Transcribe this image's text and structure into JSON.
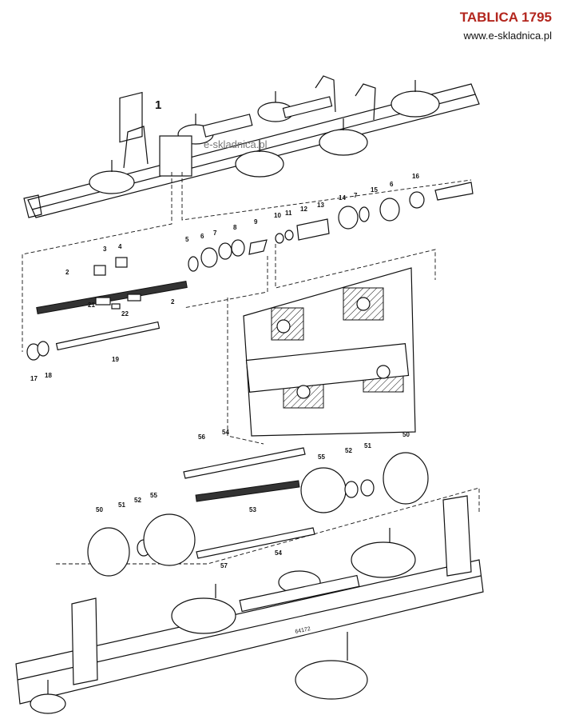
{
  "header": {
    "title": "TABLICA 1795",
    "url": "www.e-skladnica.pl"
  },
  "watermark": "e-skladnica.pl",
  "drawing_code": "64172",
  "part_labels": {
    "p1": "1",
    "p2a": "2",
    "p2b": "2",
    "p3": "3",
    "p4": "4",
    "p5": "5",
    "p6a": "6",
    "p6b": "6",
    "p7a": "7",
    "p7b": "7",
    "p8": "8",
    "p9": "9",
    "p10": "10",
    "p11": "11",
    "p12": "12",
    "p13": "13",
    "p14": "14",
    "p15": "15",
    "p16": "16",
    "p17": "17",
    "p18": "18",
    "p19": "19",
    "p21": "21",
    "p22": "22",
    "p50a": "50",
    "p50b": "50",
    "p51a": "51",
    "p51b": "51",
    "p52a": "52",
    "p52b": "52",
    "p53": "53",
    "p54a": "54",
    "p54b": "54",
    "p55a": "55",
    "p55b": "55",
    "p56": "56",
    "p57": "57"
  }
}
